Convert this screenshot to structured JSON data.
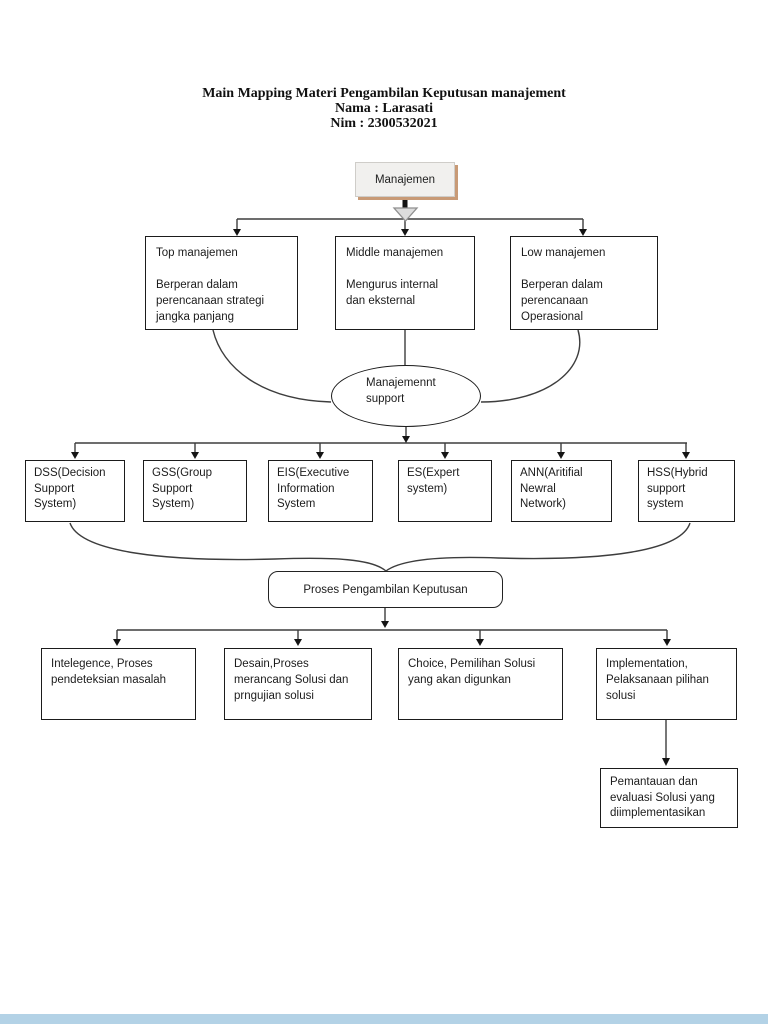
{
  "header": {
    "title": "Main Mapping Materi Pengambilan Keputusan manajement",
    "name": "Nama : Larasati",
    "nim": "Nim : 2300532021"
  },
  "nodes": {
    "root": {
      "label": "Manajemen"
    },
    "level1": [
      {
        "title": "Top manajemen",
        "desc": "Berperan dalam\nperencanaan strategi\njangka panjang"
      },
      {
        "title": "Middle manajemen",
        "desc": "Mengurus internal\ndan eksternal"
      },
      {
        "title": "Low manajemen",
        "desc": "Berperan dalam\nperencanaan\nOperasional"
      }
    ],
    "hub": {
      "label": "Manajemennt\nsupport"
    },
    "systems": [
      {
        "label": "DSS(Decision\nSupport\nSystem)"
      },
      {
        "label": "GSS(Group\nSupport\nSystem)"
      },
      {
        "label": "EIS(Executive\nInformation\nSystem"
      },
      {
        "label": "ES(Expert\nsystem)"
      },
      {
        "label": "ANN(Aritifial\nNewral\nNetwork)"
      },
      {
        "label": "HSS(Hybrid\nsupport\nsystem"
      }
    ],
    "process": {
      "label": "Proses Pengambilan Keputusan"
    },
    "steps": [
      {
        "label": "Intelegence, Proses\npendeteksian masalah"
      },
      {
        "label": "Desain,Proses\nmerancang Solusi dan\nprngujian solusi"
      },
      {
        "label": "Choice, Pemilihan Solusi\nyang akan digunkan"
      },
      {
        "label": "Implementation,\nPelaksanaan pilihan\nsolusi"
      }
    ],
    "monitoring": {
      "label": "Pemantauan dan\nevaluasi Solusi yang\ndiimplementasikan"
    }
  },
  "colors": {
    "root_shadow_accent": "#c89a76",
    "box_border": "#1b1b1b",
    "connector": "#3d3d3d",
    "bottom_bar": "#b3d2e6"
  }
}
